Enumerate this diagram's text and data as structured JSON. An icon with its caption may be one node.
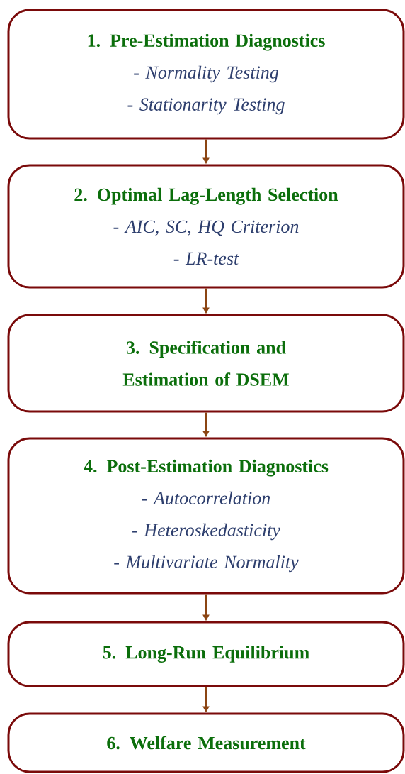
{
  "diagram": {
    "nodes": [
      {
        "text": [
          "1. Pre-Estimation Diagnostics",
          "- Normality Testing",
          "- Stationarity Testing"
        ]
      },
      {
        "text": [
          "2. Optimal Lag-Length Selection",
          "- AIC, SC, HQ Criterion",
          "- LR-test"
        ]
      },
      {
        "text": [
          "3. Specification and Estimation of DSEM"
        ]
      },
      {
        "text": [
          "4. Post-Estimation Diagnostics",
          "- Autocorrelation",
          "- Heteroskedasticity",
          "- Multivariate Normality"
        ]
      },
      {
        "text": [
          "5. Long-Run Equilibrium"
        ]
      },
      {
        "text": [
          "6. Welfare Measurement"
        ]
      }
    ],
    "edges": [
      {
        "from": 0,
        "to": 1,
        "arrow": "to"
      },
      {
        "from": 1,
        "to": 2,
        "arrow": "to"
      },
      {
        "from": 2,
        "to": 3,
        "arrow": "to"
      },
      {
        "from": 3,
        "to": 4,
        "arrow": "to"
      },
      {
        "from": 4,
        "to": 5,
        "arrow": "to"
      }
    ]
  }
}
